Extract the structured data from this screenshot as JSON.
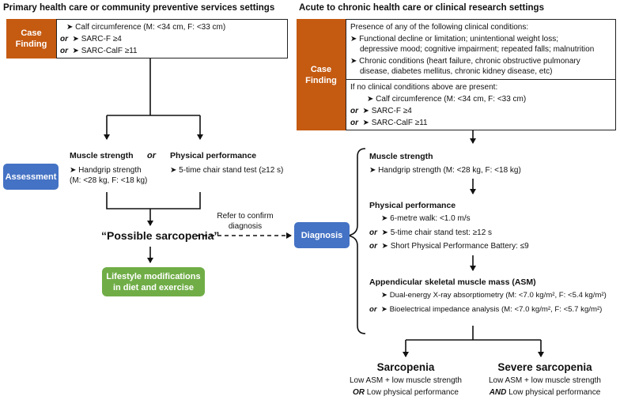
{
  "left": {
    "heading": "Primary health care  or community preventive services settings",
    "case_finding": [
      "Case",
      "Finding"
    ],
    "cf_items": [
      {
        "conj": "",
        "text": "Calf circumference (M: <34 cm, F: <33 cm)"
      },
      {
        "conj": "or",
        "text": "SARC-F ≥4"
      },
      {
        "conj": "or",
        "text": "SARC-CalF ≥11"
      }
    ],
    "assessment": "Assessment",
    "muscle_strength": "Muscle strength",
    "or_word": "or",
    "physical_performance": "Physical performance",
    "handgrip": [
      "Handgrip strength",
      "(M: <28 kg, F: <18 kg)"
    ],
    "chair_stand": "5-time chair stand test (≥12 s)",
    "possible": "“Possible sarcopenia”",
    "refer": [
      "Refer to confirm",
      "diagnosis"
    ],
    "lifestyle": [
      "Lifestyle modifications",
      "in diet and exercise"
    ]
  },
  "right": {
    "heading": "Acute to chronic health care or clinical research settings",
    "case_finding": [
      "Case",
      "Finding"
    ],
    "presence": "Presence of any of the following clinical conditions:",
    "conditions": [
      [
        "Functional decline or limitation; unintentional weight loss;",
        "depressive mood; cognitive impairment; repeated falls; malnutrition"
      ],
      [
        "Chronic conditions (heart failure, chronic obstructive pulmonary",
        "disease, diabetes mellitus, chronic kidney disease, etc)"
      ]
    ],
    "if_no": "If no clinical conditions above are present:",
    "cf_items": [
      {
        "conj": "",
        "text": "Calf circumference (M: <34 cm, F: <33 cm)"
      },
      {
        "conj": "or",
        "text": "SARC-F ≥4"
      },
      {
        "conj": "or",
        "text": "SARC-CalF ≥11"
      }
    ],
    "diagnosis": "Diagnosis",
    "muscle_strength": "Muscle strength",
    "handgrip": "Handgrip strength (M: <28 kg, F: <18 kg)",
    "physical_performance": "Physical performance",
    "pp_items": [
      {
        "conj": "",
        "text": "6-metre walk: <1.0 m/s"
      },
      {
        "conj": "or",
        "text": "5-time chair stand test: ≥12 s"
      },
      {
        "conj": "or",
        "text": "Short Physical Performance Battery: ≤9"
      }
    ],
    "asm_heading": "Appendicular skeletal muscle mass (ASM)",
    "asm_items": [
      {
        "conj": "",
        "text": "Dual-energy X-ray absorptiometry (M: <7.0 kg/m², F: <5.4 kg/m²)"
      },
      {
        "conj": "or",
        "text": "Bioelectrical impedance analysis (M: <7.0 kg/m², F: <5.7 kg/m²)"
      }
    ],
    "sarcopenia": {
      "title": "Sarcopenia",
      "line1": "Low ASM + low muscle strength",
      "conj": "OR",
      "line2": "Low physical performance"
    },
    "severe": {
      "title": "Severe sarcopenia",
      "line1": "Low ASM + low muscle strength",
      "conj": "AND",
      "line2": "Low physical performance"
    }
  },
  "colors": {
    "orange": "#c55a11",
    "blue": "#4472c4",
    "green": "#70ad47"
  }
}
